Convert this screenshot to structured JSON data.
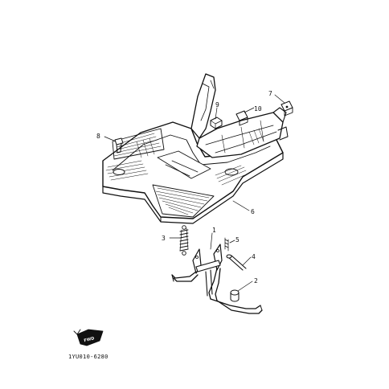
{
  "diagram": {
    "background": "#ffffff",
    "ink": "#111111",
    "callouts": [
      "1",
      "2",
      "3",
      "4",
      "5",
      "6",
      "7",
      "8",
      "9",
      "10"
    ],
    "front_arrow_label": "FWD",
    "diagram_code": "1YU010-6280"
  }
}
